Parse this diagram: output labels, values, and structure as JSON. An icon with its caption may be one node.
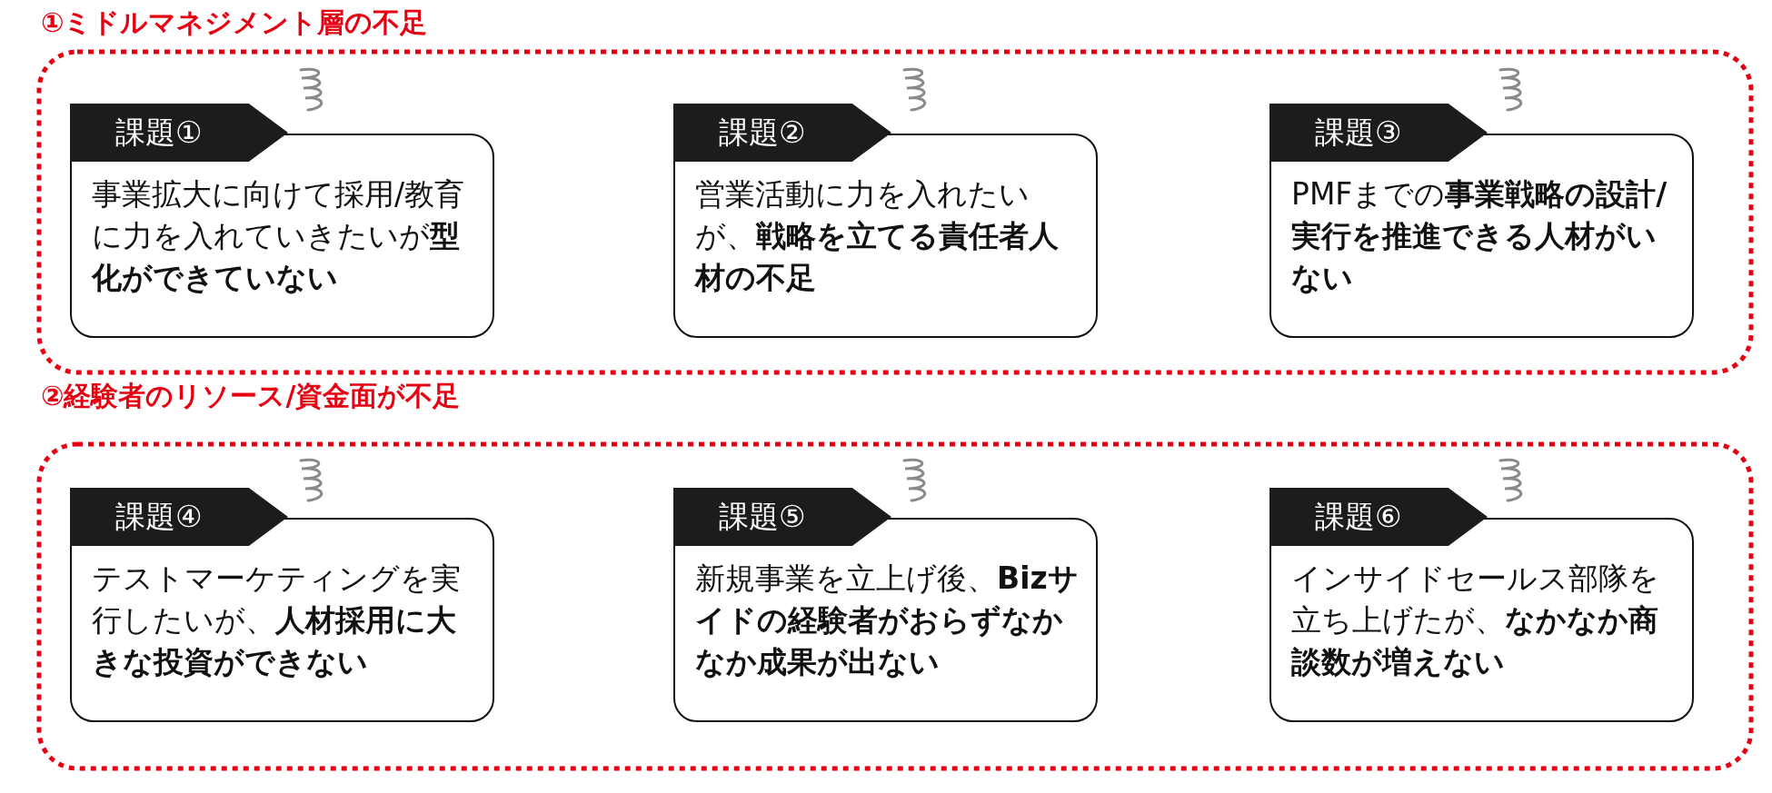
{
  "diagram": {
    "nodes": [
      {
        "text": [
          "①ミドルマネジメント層の不足"
        ]
      },
      {
        "text": [
          "課題①",
          "事業拡大に向けて採用/教育に力を入れていきたいが**型化ができていない**"
        ],
        "in": 0
      },
      {
        "text": [
          "課題②",
          "営業活動に力を入れたいが、**戦略を立てる責任者人材の不足**"
        ],
        "in": 0
      },
      {
        "text": [
          "課題③",
          "PMFまでの**事業戦略の設計/実行を推進できる人材がいない**"
        ],
        "in": 0
      },
      {
        "text": [
          "②経験者のリソース/資金面が不足"
        ]
      },
      {
        "text": [
          "課題④",
          "テストマーケティングを実行したいが、**人材採用に大きな投資ができない**"
        ],
        "in": 4
      },
      {
        "text": [
          "課題⑤",
          "新規事業を立上げ後、**Bizサイドの経験者がおらずなかなか成果が出ない**"
        ],
        "in": 4
      },
      {
        "text": [
          "課題⑥",
          "インサイドセールス部隊を立ち上げたが、**なかなか商談数が増えない**"
        ],
        "in": 4
      }
    ]
  }
}
